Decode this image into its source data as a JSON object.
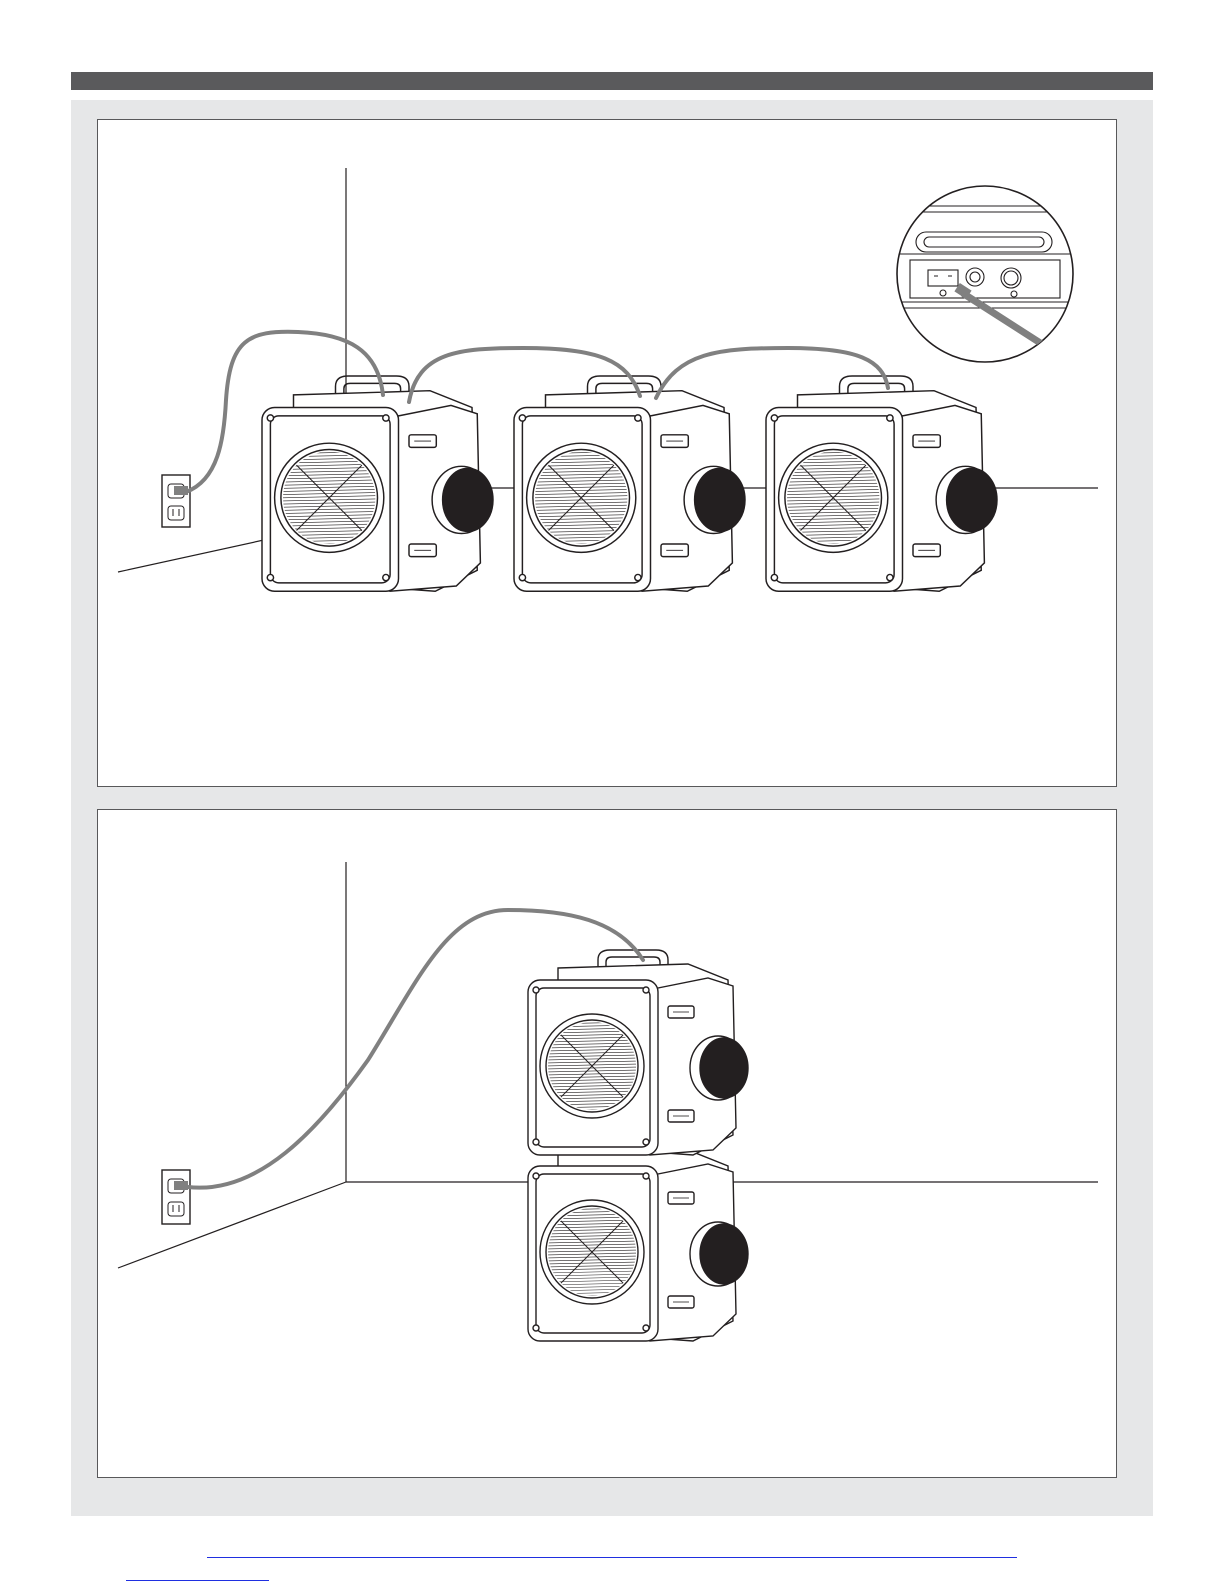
{
  "colors": {
    "header_bar": "#5a5a5c",
    "page_background": "#e6e7e8",
    "panel_background": "#ffffff",
    "line_art": "#231f20",
    "power_cord": "#808080",
    "link_underline": "#1f2fe0"
  },
  "figures": [
    {
      "name": "daisy-chain-figure",
      "units": 3,
      "arrangement": "side-by-side",
      "shows_detail_inset": true
    },
    {
      "name": "stacked-figure",
      "units": 2,
      "arrangement": "stacked",
      "shows_detail_inset": false
    }
  ],
  "icons": [
    "wall-outlet-icon",
    "power-cord-icon",
    "air-scrubber-unit-icon",
    "outlet-detail-inset-icon"
  ]
}
